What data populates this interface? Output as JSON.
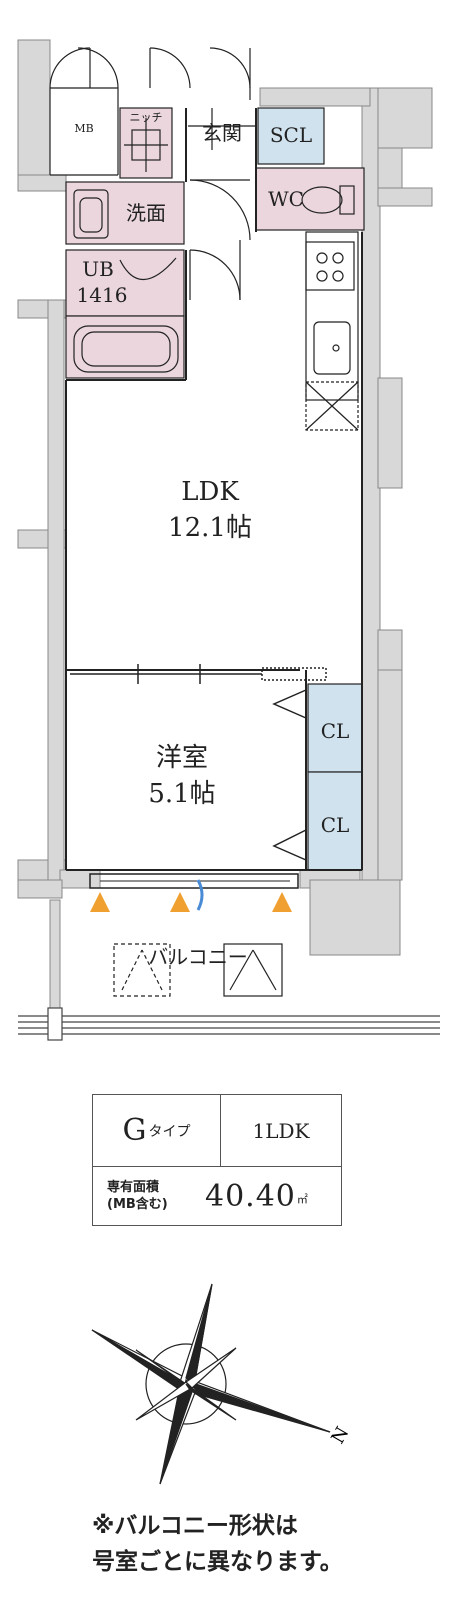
{
  "rooms": {
    "mb": "MB",
    "niche": "ニッチ",
    "entrance": "玄関",
    "scl": "SCL",
    "washroom": "洗面",
    "wc": "WC",
    "ub_name": "UB",
    "ub_size": "1416",
    "ldk_name": "LDK",
    "ldk_area": "12.1帖",
    "western_name": "洋室",
    "western_area": "5.1帖",
    "cl1": "CL",
    "cl2": "CL",
    "balcony": "バルコニー"
  },
  "spec": {
    "type_letter": "G",
    "type_suffix": "タイプ",
    "layout": "1LDK",
    "area_label_1": "専有面積",
    "area_label_2": "(MB含む)",
    "area_value": "40.40",
    "area_unit": "㎡"
  },
  "compass": {
    "north_letter": "N"
  },
  "note": {
    "line1": "※バルコニー形状は",
    "line2": "号室ごとに異なります。"
  },
  "colors": {
    "wet_area": "#ead6dc",
    "storage": "#cfe2ee",
    "wall": "#d8d8d8",
    "arrow": "#f0a030",
    "door_line": "#222222"
  }
}
